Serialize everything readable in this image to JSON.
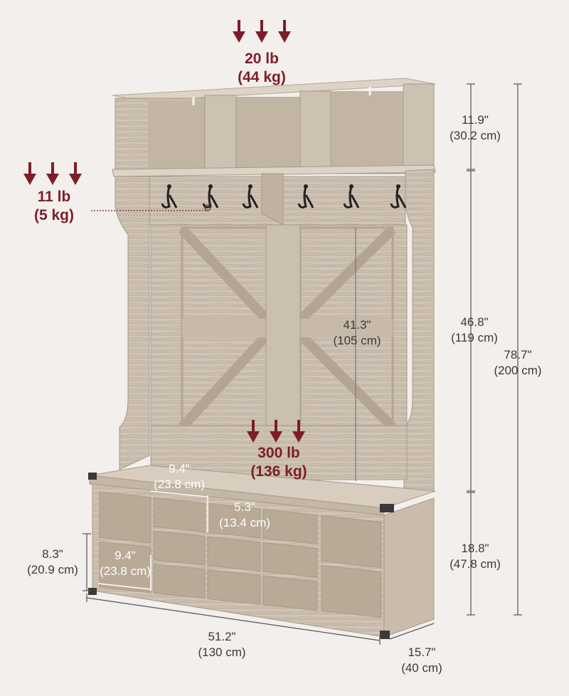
{
  "weights": {
    "top": {
      "lb": "20 lb",
      "kg": "(44 kg)"
    },
    "hook": {
      "lb": "11 lb",
      "kg": "(5 kg)"
    },
    "bench": {
      "lb": "300 lb",
      "kg": "(136 kg)"
    }
  },
  "dimensions": {
    "top_shelf": {
      "in": "11.9\"",
      "cm": "(30.2 cm)"
    },
    "middle_section": {
      "in": "46.8\"",
      "cm": "(119 cm)"
    },
    "total_height": {
      "in": "78.7\"",
      "cm": "(200 cm)"
    },
    "door_height": {
      "in": "41.3\"",
      "cm": "(105 cm)"
    },
    "bench_height": {
      "in": "18.8\"",
      "cm": "(47.8 cm)"
    },
    "cubby_width_top": {
      "in": "9.4\"",
      "cm": "(23.8 cm)"
    },
    "cubby_height_small": {
      "in": "5.3\"",
      "cm": "(13.4 cm)"
    },
    "cubby_width_side": {
      "in": "9.4\"",
      "cm": "(23.8 cm)"
    },
    "cubby_height_side": {
      "in": "8.3\"",
      "cm": "(20.9 cm)"
    },
    "width": {
      "in": "51.2\"",
      "cm": "(130 cm)"
    },
    "depth": {
      "in": "15.7\"",
      "cm": "(40 cm)"
    }
  },
  "colors": {
    "weight_arrow": "#7d1d2a",
    "wood": "#cfc3b4",
    "background": "#f2efec"
  },
  "hooks_count": 6
}
